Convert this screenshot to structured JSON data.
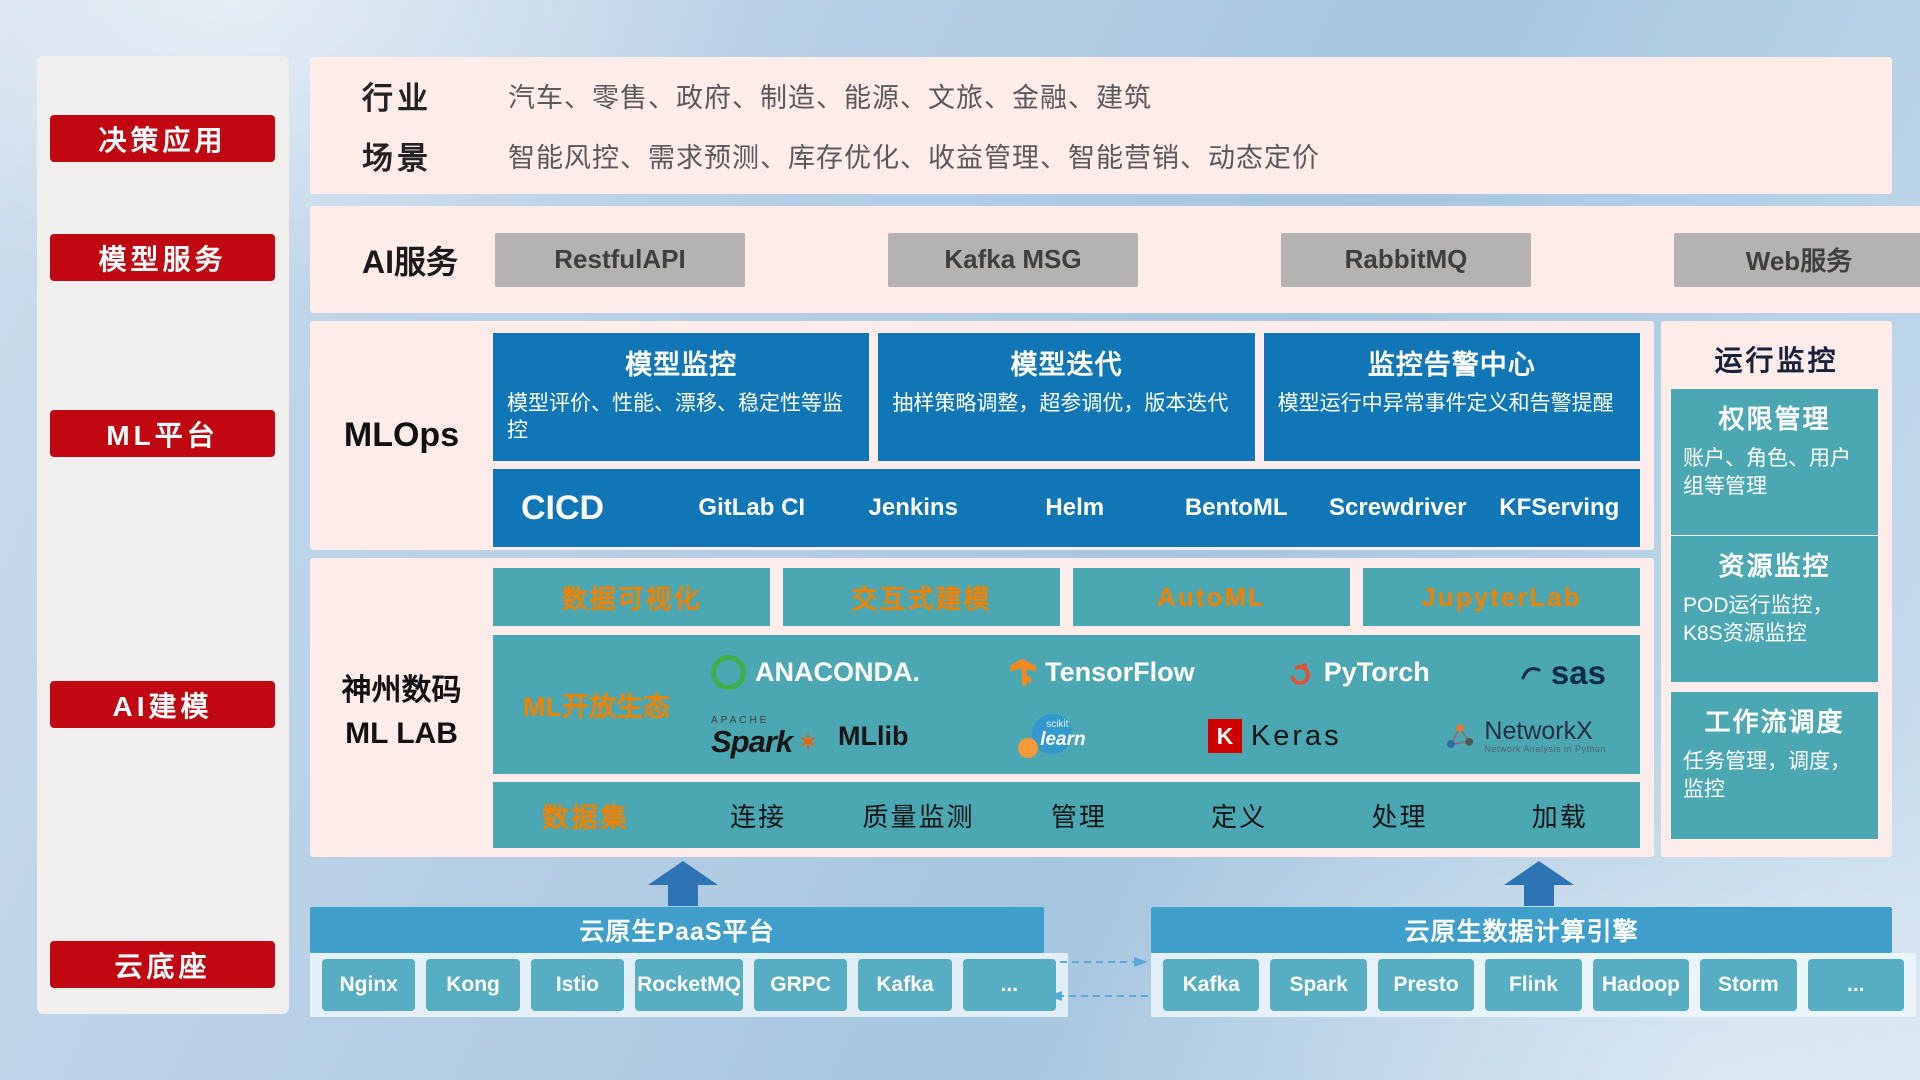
{
  "colors": {
    "accent_red": "#c00712",
    "mlops_blue": "#1176b5",
    "teal": "#4ba7b2",
    "orange": "#f08200",
    "bottom_bar_blue": "#3f9fca",
    "chip_teal": "#57adc2",
    "panel_pink": "#fdecea",
    "gray_button": "#b5b2b2"
  },
  "sidebar": {
    "items": [
      {
        "label": "决策应用"
      },
      {
        "label": "模型服务"
      },
      {
        "label": "ML平台"
      },
      {
        "label": "AI建模"
      },
      {
        "label": "云底座"
      }
    ]
  },
  "industry": {
    "row1_label": "行业",
    "row1_values": "汽车、零售、政府、制造、能源、文旅、金融、建筑",
    "row2_label": "场景",
    "row2_values": "智能风控、需求预测、库存优化、收益管理、智能营销、动态定价"
  },
  "ai_service": {
    "label": "AI服务",
    "buttons": [
      "RestfulAPI",
      "Kafka MSG",
      "RabbitMQ",
      "Web服务"
    ]
  },
  "mlops": {
    "label": "MLOps",
    "cards": [
      {
        "title": "模型监控",
        "desc": "模型评价、性能、漂移、稳定性等监控"
      },
      {
        "title": "模型迭代",
        "desc": "抽样策略调整，超参调优，版本迭代"
      },
      {
        "title": "监控告警中心",
        "desc": "模型运行中异常事件定义和告警提醒"
      }
    ],
    "cicd_label": "CICD",
    "cicd_items": [
      "GitLab CI",
      "Jenkins",
      "Helm",
      "BentoML",
      "Screwdriver",
      "KFServing"
    ]
  },
  "mllab": {
    "label_line1": "神州数码",
    "label_line2": "ML LAB",
    "tools": [
      "数据可视化",
      "交互式建模",
      "AutoML",
      "JupyterLab"
    ],
    "eco_label": "ML开放生态",
    "logos": {
      "anaconda": "ANACONDA.",
      "tensorflow": "TensorFlow",
      "pytorch": "PyTorch",
      "sas": "sas",
      "apache": "APACHE",
      "spark": "Spark",
      "mllib": "MLlib",
      "scikit_top": "scikit",
      "scikit": "learn",
      "keras_k": "K",
      "keras": "Keras",
      "networkx": "NetworkX",
      "networkx_sub": "Network Analysis in Python"
    },
    "dataset_label": "数据集",
    "dataset_items": [
      "连接",
      "质量监测",
      "管理",
      "定义",
      "处理",
      "加载"
    ]
  },
  "monitor": {
    "title": "运行监控",
    "cards": [
      {
        "title": "权限管理",
        "desc": "账户、角色、用户组等管理"
      },
      {
        "title": "资源监控",
        "desc": "POD运行监控，K8S资源监控"
      },
      {
        "title": "工作流调度",
        "desc": "任务管理，调度，监控"
      }
    ]
  },
  "bottom": {
    "paas_title": "云原生PaaS平台",
    "paas_items": [
      "Nginx",
      "Kong",
      "Istio",
      "RocketMQ",
      "GRPC",
      "Kafka",
      "..."
    ],
    "engine_title": "云原生数据计算引擎",
    "engine_items": [
      "Kafka",
      "Spark",
      "Presto",
      "Flink",
      "Hadoop",
      "Storm",
      "..."
    ]
  }
}
